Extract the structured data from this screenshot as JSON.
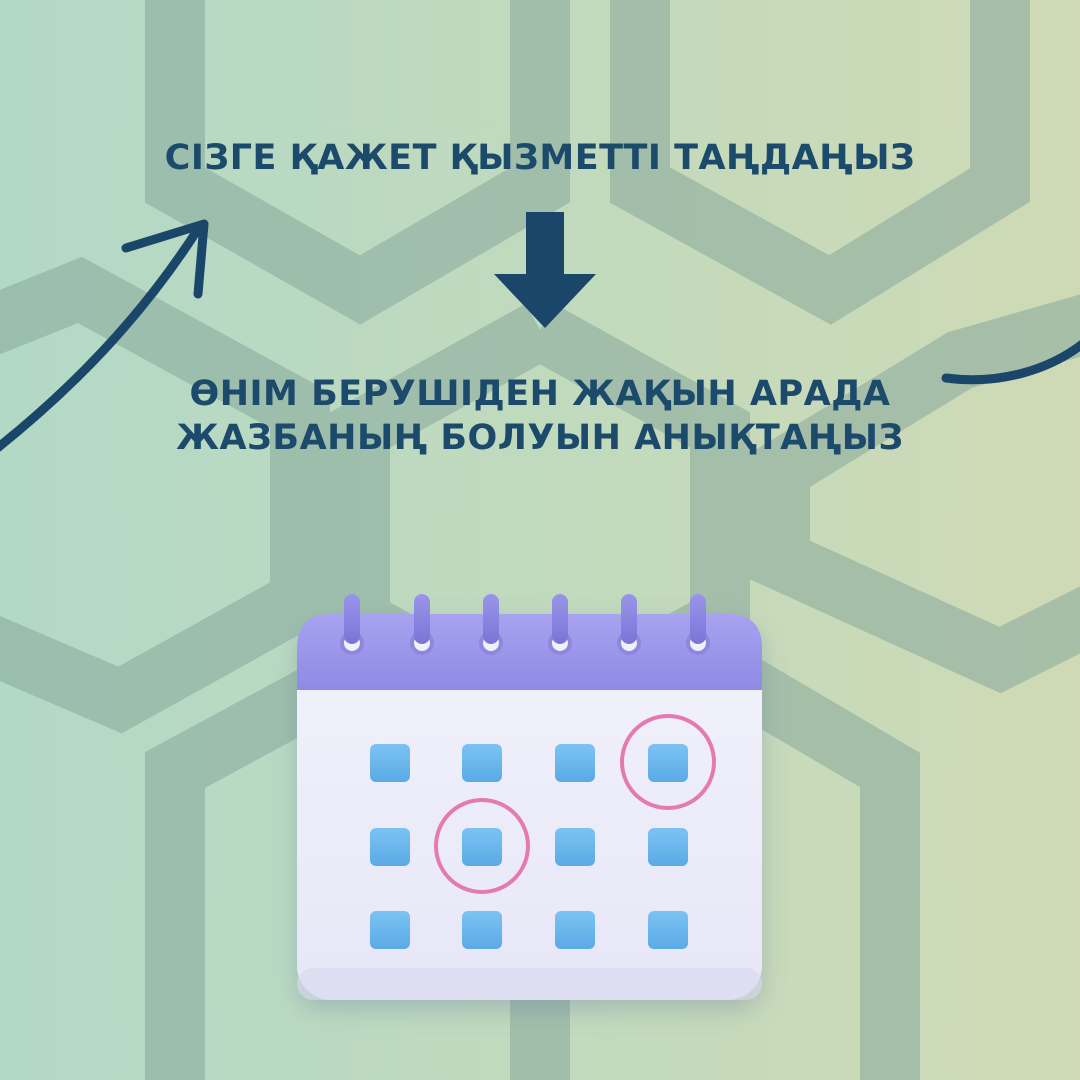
{
  "step1": {
    "text": "СІЗГЕ ҚАЖЕТ ҚЫЗМЕТТІ ТАҢДАҢЫЗ"
  },
  "step2": {
    "line1": "ӨНІМ БЕРУШІДЕН ЖАҚЫН АРАДА",
    "line2": "ЖАЗБАНЫҢ БОЛУЫН АНЫҚТАҢЫЗ"
  },
  "colors": {
    "text": "#1c4a6b",
    "arrow": "#1a4669",
    "calendar_header": "#9a95ea",
    "calendar_body": "#eeeefb",
    "day_cell": "#6cb8ee",
    "highlight_ring": "#e57ab0",
    "background_left": "#b2d9c6",
    "background_right": "#cfdab5"
  },
  "icons": {
    "arrow": "down-arrow-icon",
    "curve_left": "curved-arrow-icon",
    "calendar": "calendar-icon"
  },
  "calendar": {
    "rows": 3,
    "columns": 4,
    "highlighted_days": [
      [
        0,
        3
      ],
      [
        1,
        1
      ]
    ]
  }
}
